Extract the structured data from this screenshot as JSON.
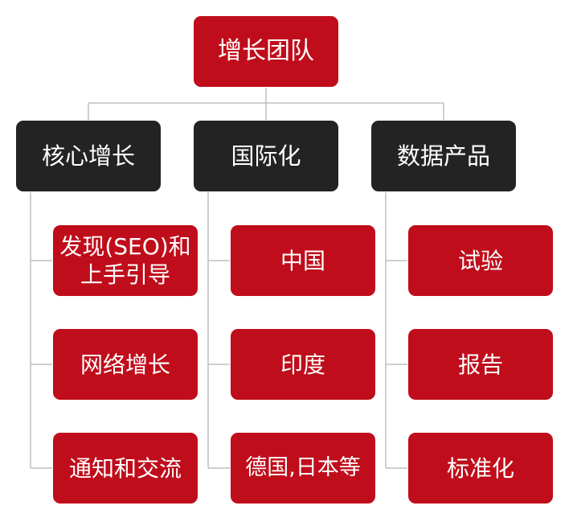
{
  "root": {
    "label": "增长团队"
  },
  "branches": [
    {
      "label": "核心增长",
      "children": [
        "发现(SEO)和上手引导",
        "网络增长",
        "通知和交流"
      ]
    },
    {
      "label": "国际化",
      "children": [
        "中国",
        "印度",
        "德国,日本等"
      ]
    },
    {
      "label": "数据产品",
      "children": [
        "试验",
        "报告",
        "标准化"
      ]
    }
  ],
  "colors": {
    "red_box": "#c00d1b",
    "dark_box": "#232323",
    "connector": "#bfbfbf",
    "text": "#ffffff"
  }
}
